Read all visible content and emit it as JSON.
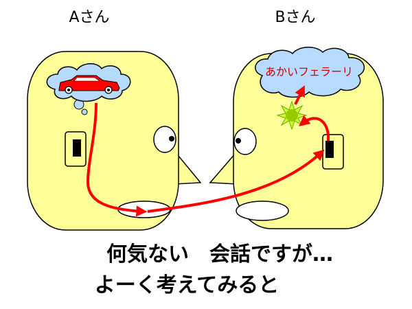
{
  "person_a": {
    "name": "Aさん"
  },
  "person_b": {
    "name": "Bさん",
    "thought": "あかいフェラーリ"
  },
  "caption": {
    "line1": "何気ない　会話ですが…",
    "line2": "よーく考えてみると"
  },
  "colors": {
    "face": "#ffff99",
    "cloud": "#b7dbff",
    "arrow": "#ff0000",
    "car": "#ff0000",
    "spark": "#99cc00",
    "thought_text": "#cc0000",
    "outline": "#000000"
  }
}
